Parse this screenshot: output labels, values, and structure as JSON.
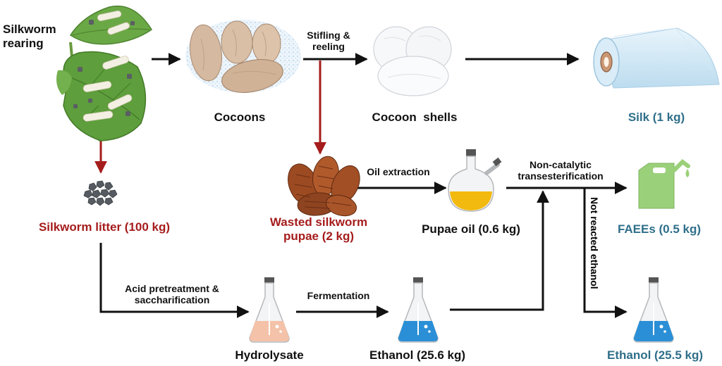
{
  "colors": {
    "dark": "#111111",
    "red": "#a51c1c",
    "teal": "#2f6f8a",
    "leaf": "#5e9e3c",
    "oil": "#f2b90f",
    "ethanol": "#2a8fd6",
    "hydrolysate": "#f4c2a8",
    "fuel_can": "#9ad07a"
  },
  "nodes": {
    "silkworm_rearing": "Silkworm\nrearing",
    "cocoons": "Cocoons",
    "cocoon_shells": "Cocoon  shells",
    "silk": "Silk (1 kg)",
    "silkworm_litter": "Silkworm litter (100 kg)",
    "wasted_pupae": "Wasted silkworm\npupae (2 kg)",
    "pupae_oil": "Pupae oil (0.6 kg)",
    "faees": "FAEEs (0.5 kg)",
    "hydrolysate": "Hydrolysate",
    "ethanol_produced": "Ethanol (25.6 kg)",
    "ethanol_recovered": "Ethanol (25.5 kg)"
  },
  "edges": {
    "stifling_reeling": "Stifling &\nreeling",
    "oil_extraction": "Oil extraction",
    "transesterification": "Non-catalytic\ntransesterification",
    "acid_pretreatment": "Acid pretreatment &\nsaccharification",
    "fermentation": "Fermentation",
    "not_reacted_ethanol": "Not reacted ethanol"
  },
  "icons": [
    "mulberry-leaves-with-silkworms-icon",
    "cocoon-cluster-icon",
    "cocoon-shells-icon",
    "silk-roll-icon",
    "litter-pellets-icon",
    "pupae-pile-icon",
    "round-flask-oil-icon",
    "fuel-can-icon",
    "erlenmeyer-flask-hydrolysate-icon",
    "erlenmeyer-flask-ethanol-icon",
    "erlenmeyer-flask-ethanol-recovered-icon"
  ]
}
